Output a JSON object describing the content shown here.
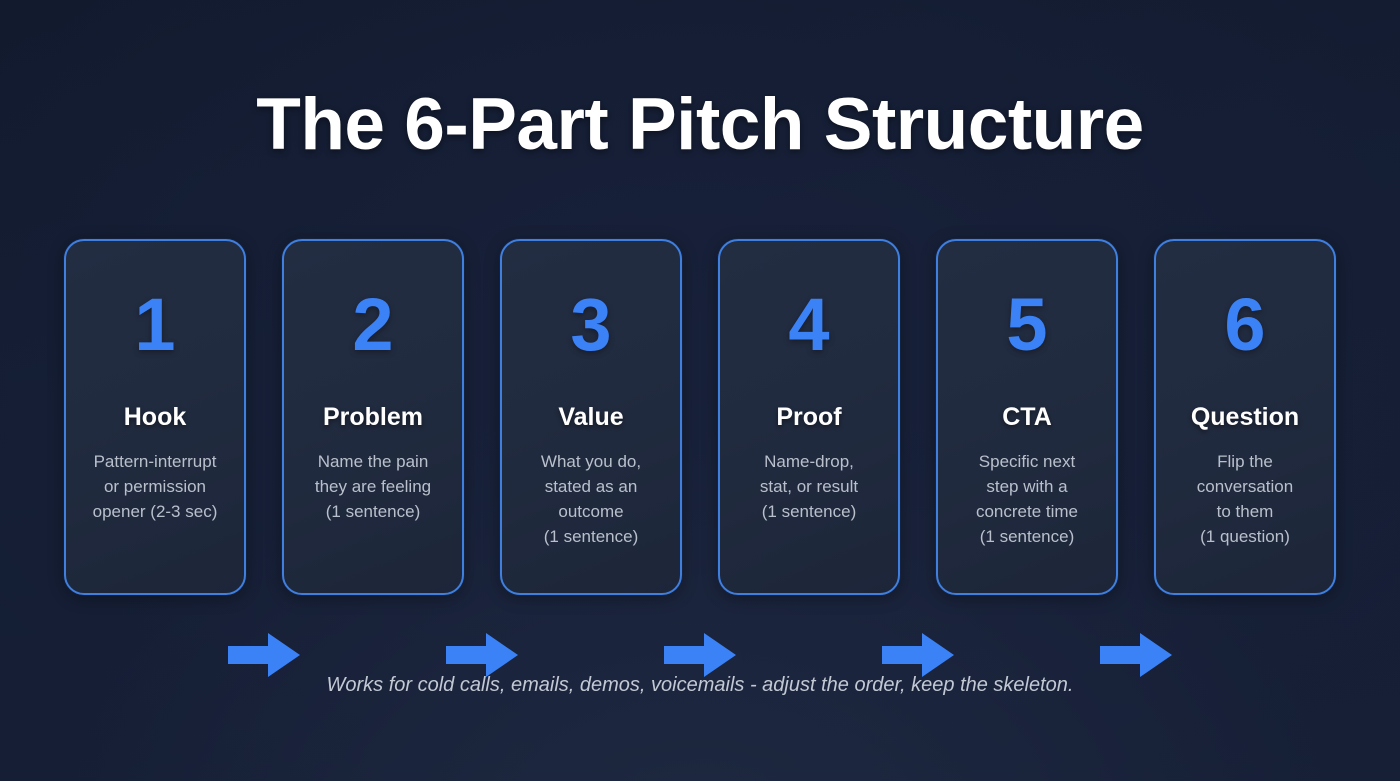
{
  "title": "The 6-Part Pitch Structure",
  "colors": {
    "background": "#131c31",
    "card_fill": "#222c40",
    "card_border": "#3f7fe0",
    "accent_blue": "#3b82f6",
    "heading_text": "#ffffff",
    "body_text": "#b9c0cc",
    "footer_text": "#c2c8d4"
  },
  "cards": [
    {
      "number": "1",
      "heading": "Hook",
      "desc_lines": [
        "Pattern-interrupt",
        "or permission",
        "opener (2-3 sec)"
      ]
    },
    {
      "number": "2",
      "heading": "Problem",
      "desc_lines": [
        "Name the pain",
        "they are feeling",
        "(1 sentence)"
      ]
    },
    {
      "number": "3",
      "heading": "Value",
      "desc_lines": [
        "What you do,",
        "stated as an",
        "outcome",
        "(1 sentence)"
      ]
    },
    {
      "number": "4",
      "heading": "Proof",
      "desc_lines": [
        "Name-drop,",
        "stat, or result",
        "(1 sentence)"
      ]
    },
    {
      "number": "5",
      "heading": "CTA",
      "desc_lines": [
        "Specific next",
        "step with a",
        "concrete time",
        "(1 sentence)"
      ]
    },
    {
      "number": "6",
      "heading": "Question",
      "desc_lines": [
        "Flip the",
        "conversation",
        "to them",
        "(1 question)"
      ]
    }
  ],
  "arrows": [
    {
      "name": "arrow-1-to-2"
    },
    {
      "name": "arrow-2-to-3"
    },
    {
      "name": "arrow-3-to-4"
    },
    {
      "name": "arrow-4-to-5"
    },
    {
      "name": "arrow-5-to-6"
    }
  ],
  "footer_note": "Works for cold calls, emails, demos, voicemails - adjust the order, keep the skeleton."
}
